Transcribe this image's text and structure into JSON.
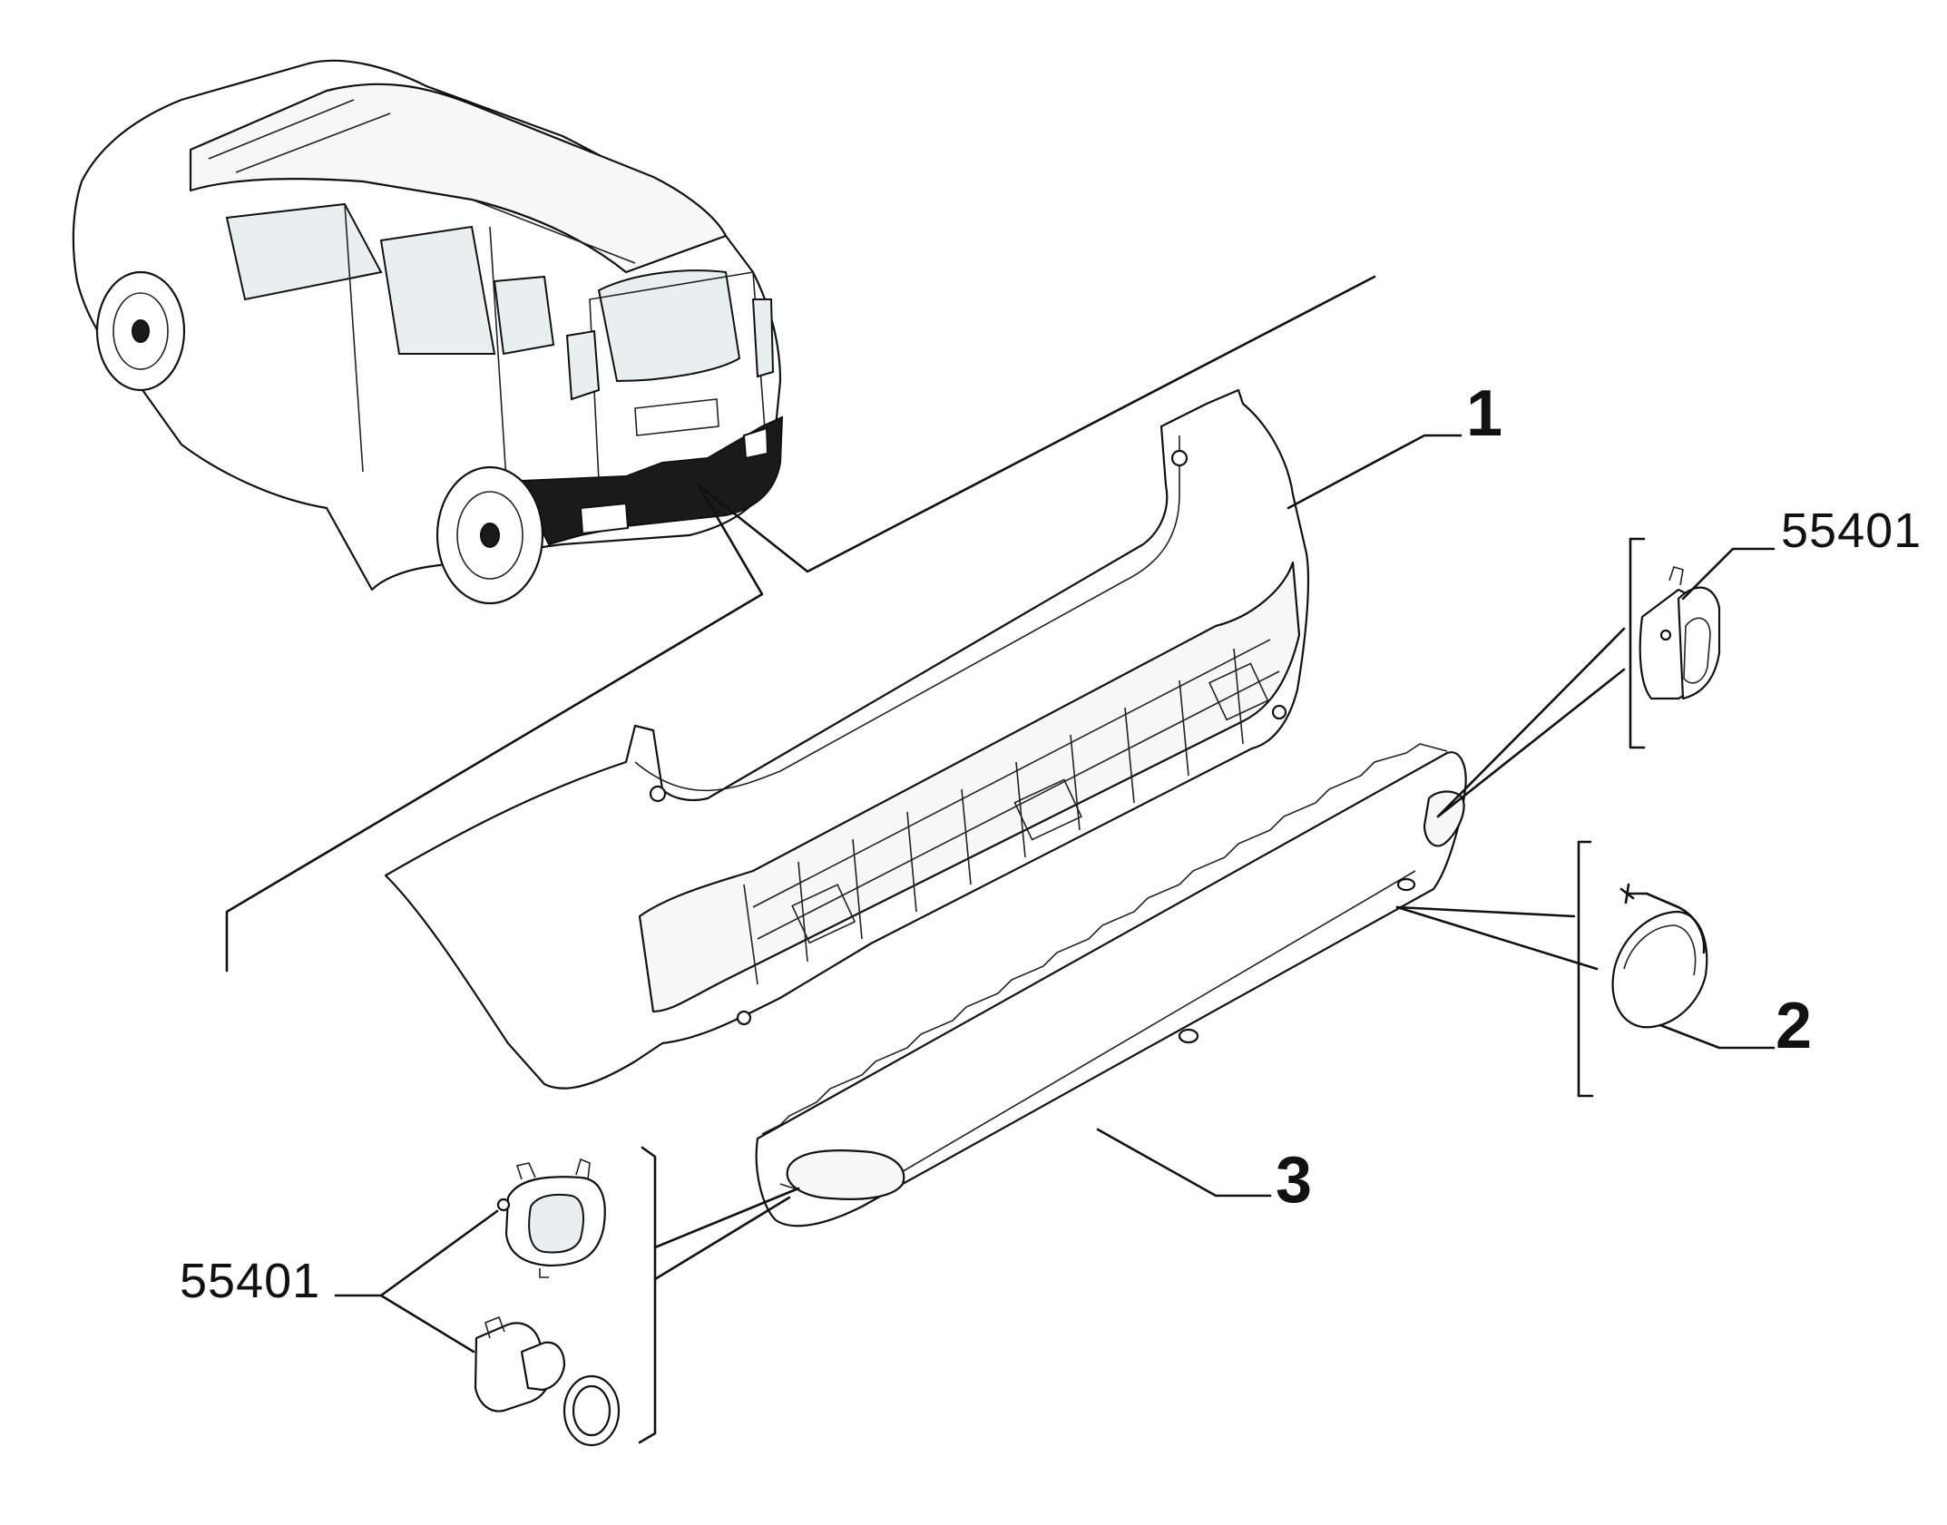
{
  "callouts": {
    "item_1": "1",
    "item_2": "2",
    "item_3": "3",
    "code_top_right": "55401",
    "code_bottom_left": "55401"
  }
}
